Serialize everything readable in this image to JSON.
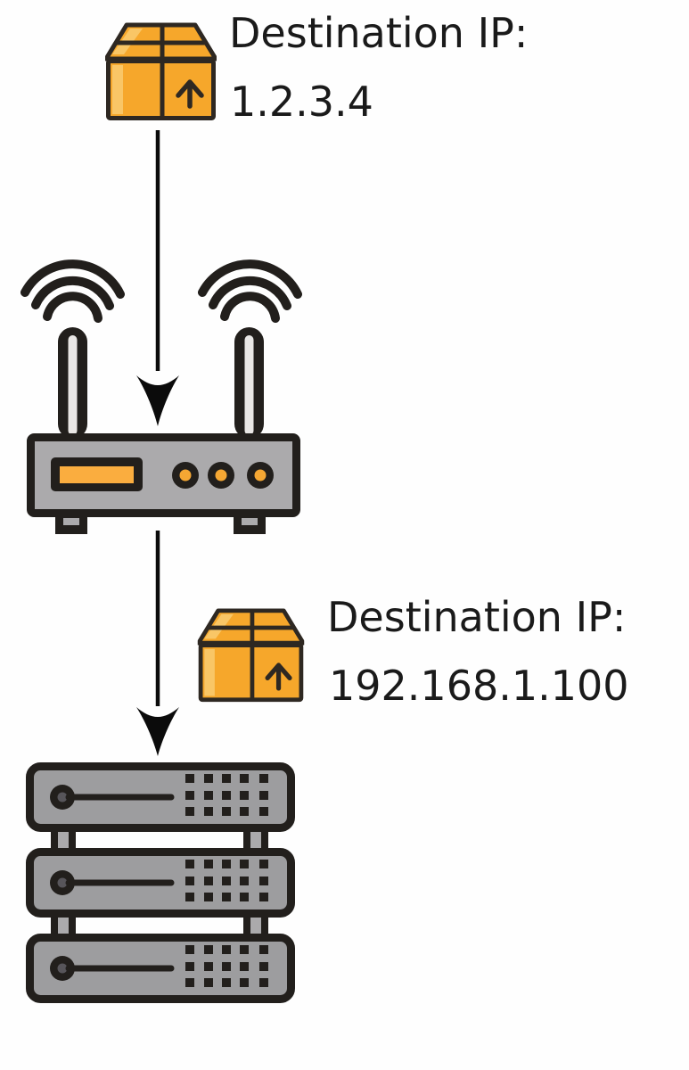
{
  "colors": {
    "background": "#FEFEFE",
    "outline": "#221F1C",
    "package_outline": "#2E2822",
    "orange": "#F6A72B",
    "orange_highlight": "#F9C666",
    "display_orange": "#FAAD3F",
    "led_orange": "#F5A733",
    "router_gray": "#ABAAAC",
    "antenna_gray": "#E9E7E5",
    "server_gray": "#9D9D9F",
    "knob_gray": "#57555A",
    "text": "#1A1A1A"
  },
  "labels": {
    "wan_packet": {
      "line1": "Destination IP:",
      "line2": "1.2.3.4"
    },
    "lan_packet": {
      "line1": "Destination IP:",
      "line2": "192.168.1.100"
    }
  },
  "icons": {
    "wan_packet": "package-icon",
    "lan_packet": "package-icon",
    "router": "wireless-router-icon",
    "server": "server-rack-icon",
    "flow_wan_to_router": "arrow-down-icon",
    "flow_router_to_server": "arrow-down-icon"
  }
}
